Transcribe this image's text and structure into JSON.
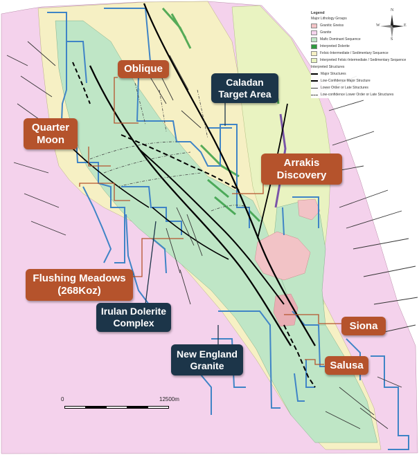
{
  "labels": {
    "oblique": [
      "Oblique"
    ],
    "caladan": [
      "Caladan",
      "Target Area"
    ],
    "quarter_moon": [
      "Quarter",
      "Moon"
    ],
    "arrakis": [
      "Arrakis",
      "Discovery"
    ],
    "flushing": [
      "Flushing Meadows",
      "(268Koz)"
    ],
    "irulan": [
      "Irulan Dolerite",
      "Complex"
    ],
    "siona": [
      "Siona"
    ],
    "new_england": [
      "New England",
      "Granite"
    ],
    "salusa": [
      "Salusa"
    ]
  },
  "legend": {
    "title": "Legend",
    "lithology_heading": "Major Lithology Groups",
    "lithology": [
      {
        "label": "Granitic Gneiss",
        "color": "#f2c3c6"
      },
      {
        "label": "Granite",
        "color": "#f4d2ec"
      },
      {
        "label": "Mafic Dominant Sequence",
        "color": "#bfe6c6"
      },
      {
        "label": "Interpreted Dolerite",
        "color": "#2e9a3d"
      },
      {
        "label": "Felsic-Intermediate / Sedimentary Sequence",
        "color": "#f6f0c4"
      },
      {
        "label": "Interpreted Felsic-Intermediate / Sedimentary Sequence",
        "color": "#e9f3c1"
      }
    ],
    "structures_heading": "Interpreted Structures",
    "structures": [
      {
        "label": "Major Structures",
        "style": "solid-thick"
      },
      {
        "label": "Low-Confidence Major Structure",
        "style": "dashed-thick"
      },
      {
        "label": "Lower Order or Late Structures",
        "style": "solid-thin"
      },
      {
        "label": "Low-confidence Lower Order or Late Structures",
        "style": "dashdot-thin"
      }
    ]
  },
  "compass": {
    "n": "N",
    "s": "S",
    "e": "E",
    "w": "W"
  },
  "scale_bar": {
    "start": "0",
    "end": "12500m"
  },
  "colors": {
    "granite": "#f4d2ec",
    "gneiss": "#f2c3c6",
    "mafic": "#bfe6c6",
    "dolerite": "#2e9a3d",
    "felsic": "#f6f0c4",
    "felsic_interp": "#e9f3c1",
    "tenement": "#3f84c6",
    "callout_line": "#b5532c",
    "rust_label": "#b5532c",
    "navy_label": "#1c3549"
  }
}
